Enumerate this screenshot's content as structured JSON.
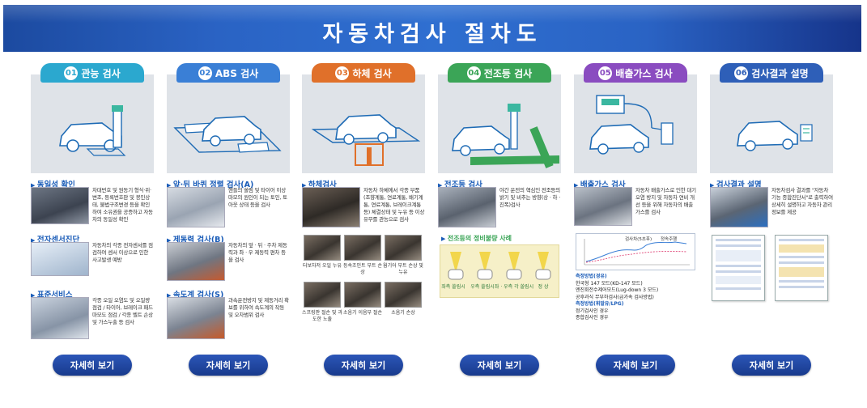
{
  "banner": {
    "title": "자동차검사 절차도"
  },
  "steps": [
    {
      "num": "01",
      "title": "관능 검사",
      "color": "#2ba8cf",
      "items": [
        {
          "heading": "동일성 확인",
          "desc": "차대번호 및 원동기 형식·위·변조, 등록번호판 및 봉인상태, 불법구조변경 등을 확인하여 소유권을 공증하고 자동차의 동일성 확인"
        },
        {
          "heading": "전자센서진단",
          "desc": "자동차의 각종 전자센서를 점검하여 센서 이상으로 인한 사고발생 예방"
        },
        {
          "heading": "표준서비스",
          "desc": "각종 오일 오염도 및 오일량 점검 / 타이어, 브레이크 패드 마모도 점검 / 각종 벨트 손상 및 가스누출 등 검사"
        }
      ],
      "button": "자세히 보기"
    },
    {
      "num": "02",
      "title": "ABS 검사",
      "color": "#3a7fd6",
      "items": [
        {
          "heading": "앞·뒤 바퀴 정렬 검사(A)",
          "desc": "핸들의 쏠림 및 타이어 이상 마모의 원인이 되는 토인, 토아웃 상태 등을 검사"
        },
        {
          "heading": "제동력 검사(B)",
          "desc": "자동차의 앞 · 뒤 · 주차 제동력과 좌 · 우 제동력 편차 등을 검사"
        },
        {
          "heading": "속도계 검사(S)",
          "desc": "과속운전방지 및 제동거리 확보를 위하여 속도계의 작동 및 오차범위 검사"
        }
      ],
      "button": "자세히 보기"
    },
    {
      "num": "03",
      "title": "하체 검사",
      "color": "#e0702a",
      "items": [
        {
          "heading": "하체검사",
          "desc": "자동차 하체에서 각종 부품(조향계통, 연료계통, 배기계통, 연료계통, 브레이크계통 등) 체결상태 및 누유 등 이상유무를 관능으로 검사"
        }
      ],
      "parts": [
        "터보차저 오일 누유",
        "등속조인트 부트 손상",
        "웜기어 부트 손상 및 누유",
        "스프링판 절손 및 과도한 노출",
        "소음기 이음부 절손",
        "소음기 손상"
      ],
      "button": "자세히 보기"
    },
    {
      "num": "04",
      "title": "전조등 검사",
      "color": "#3ba557",
      "items": [
        {
          "heading": "전조등 검사",
          "desc": "야간 운전의 핵심인 전조등의 밝기 및 비추는 방향(상 · 하 · 진폭)검사"
        }
      ],
      "note": "전조등의 정비불량 사례",
      "cases": [
        "좌측 쏠림시",
        "우측 쏠림시",
        "좌 · 우측 각 쏠림시",
        "정 상"
      ],
      "button": "자세히 보기"
    },
    {
      "num": "05",
      "title": "배출가스 검사",
      "color": "#8a4cc0",
      "items": [
        {
          "heading": "배출가스 검사",
          "desc": "자동차 배출가스로 인한 대기 오염 방지 및 자동차 연비 개선 등을 위해 자동차의 배출가스를 검사"
        }
      ],
      "chart": {
        "legend1": "검사차(5초후)",
        "legend2": "정속주행"
      },
      "methods": {
        "h1": "측정방법(경유)",
        "l1": [
          "한국형 147 모드(KD-147 모드)",
          "엔진회전수제어모드(Lug-down 3 모드)",
          "공후과식 무부하검사(급가속 검사방법)"
        ],
        "h2": "측정방법(휘발유/LPG)",
        "l2": [
          "정기검사인 경우",
          "종합검사인 경우"
        ]
      },
      "button": "자세히 보기"
    },
    {
      "num": "06",
      "title": "검사결과 설명",
      "color": "#2e5fb8",
      "items": [
        {
          "heading": "검사결과 설명",
          "desc": "자동차검사 결과를 \"자동차 기능 종합진단서\"로 출력하여 상세히 설명하고 자동차 관리 정보를 제공"
        }
      ],
      "button": "자세히 보기"
    }
  ]
}
